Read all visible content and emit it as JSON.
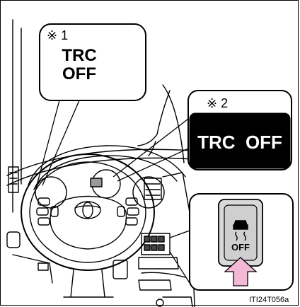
{
  "callout_1": {
    "marker": "※ 1",
    "line1": "TRC",
    "line2": "OFF"
  },
  "callout_2": {
    "marker": "※ 2",
    "display_text": "TRC  OFF"
  },
  "switch": {
    "label": "OFF",
    "icon": "skid-car-icon",
    "arrow_color": "#f2b8d6"
  },
  "figure_code": "ITI24T056a"
}
